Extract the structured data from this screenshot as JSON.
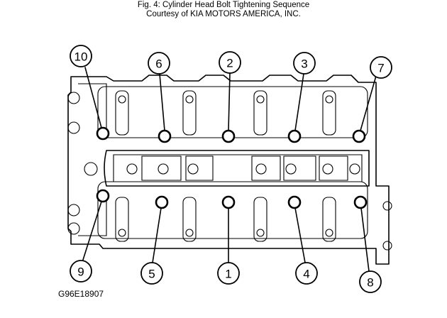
{
  "caption": {
    "line1": "Fig. 4: Cylinder Head Bolt Tightening Sequence",
    "line2": "Courtesy of KIA MOTORS AMERICA, INC."
  },
  "figure_code": "G96E18907",
  "callouts": {
    "c1": "1",
    "c2": "2",
    "c3": "3",
    "c4": "4",
    "c5": "5",
    "c6": "6",
    "c7": "7",
    "c8": "8",
    "c9": "9",
    "c10": "10"
  }
}
